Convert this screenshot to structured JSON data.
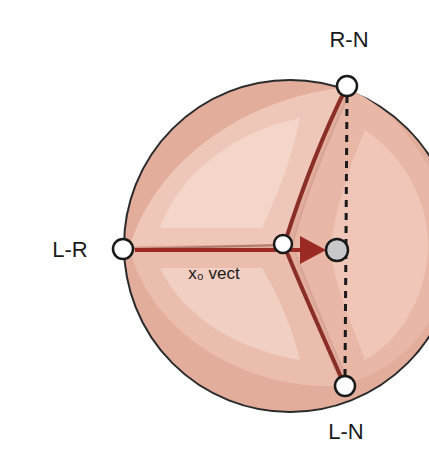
{
  "diagram": {
    "labels": [
      "R-N",
      "L-R",
      "x₀ vect",
      "L-N"
    ]
  }
}
